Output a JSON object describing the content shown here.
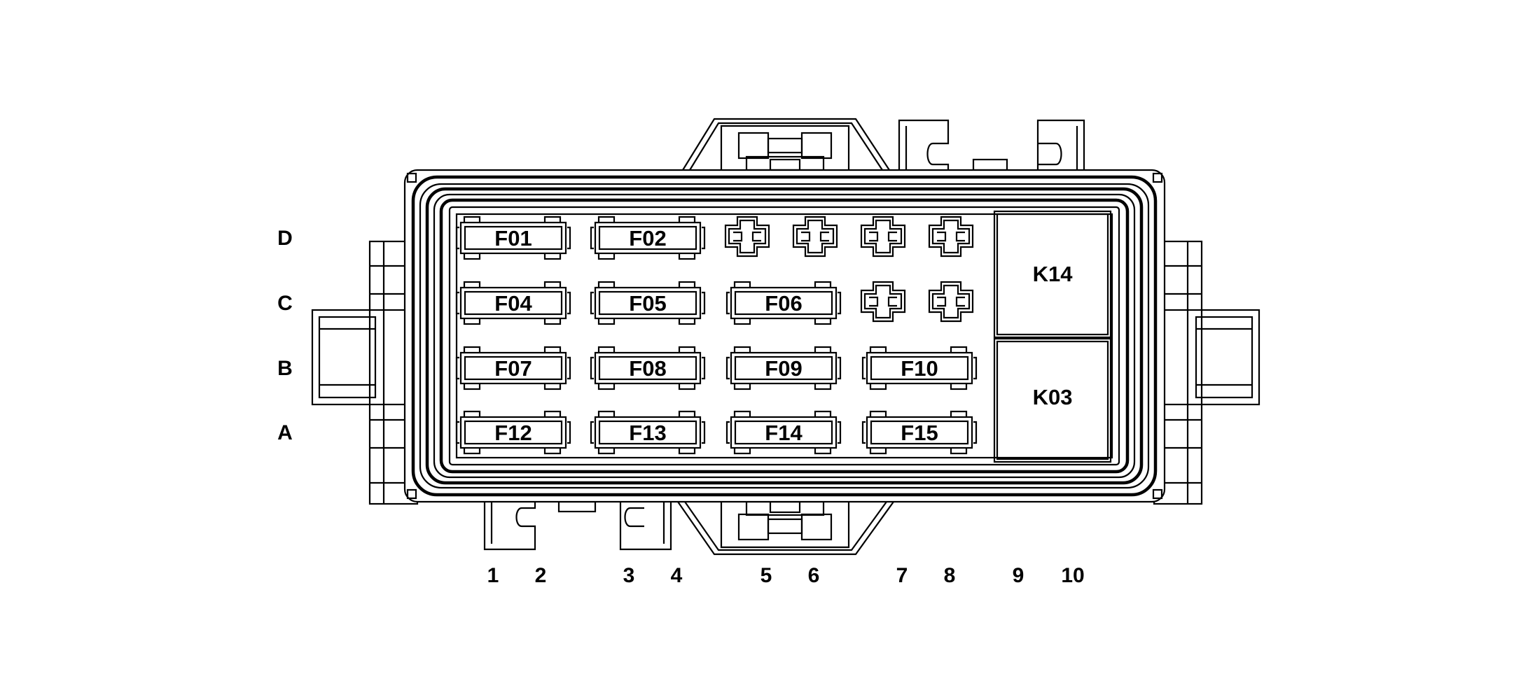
{
  "rows": [
    {
      "id": "D",
      "label": "D"
    },
    {
      "id": "C",
      "label": "C"
    },
    {
      "id": "B",
      "label": "B"
    },
    {
      "id": "A",
      "label": "A"
    }
  ],
  "columns": [
    "1",
    "2",
    "3",
    "4",
    "5",
    "6",
    "7",
    "8",
    "9",
    "10"
  ],
  "fuses": {
    "F01": "F01",
    "F02": "F02",
    "F04": "F04",
    "F05": "F05",
    "F06": "F06",
    "F07": "F07",
    "F08": "F08",
    "F09": "F09",
    "F10": "F10",
    "F12": "F12",
    "F13": "F13",
    "F14": "F14",
    "F15": "F15"
  },
  "relays": {
    "K14": "K14",
    "K03": "K03"
  },
  "empty_slots": [
    "D-5",
    "D-6",
    "D-7",
    "D-8",
    "C-7",
    "C-8"
  ]
}
